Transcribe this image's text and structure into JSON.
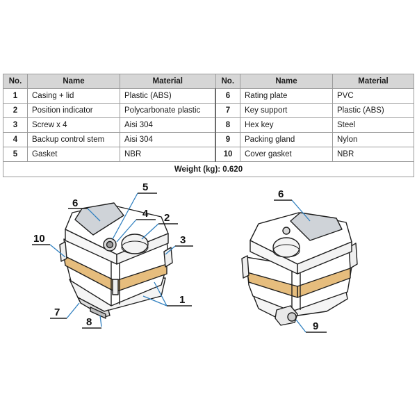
{
  "headers": {
    "no": "No.",
    "name": "Name",
    "material": "Material"
  },
  "rows": [
    {
      "left": {
        "no": "1",
        "name": "Casing + lid",
        "material": "Plastic (ABS)"
      },
      "right": {
        "no": "6",
        "name": "Rating plate",
        "material": "PVC"
      }
    },
    {
      "left": {
        "no": "2",
        "name": "Position indicator",
        "material": "Polycarbonate plastic"
      },
      "right": {
        "no": "7",
        "name": "Key support",
        "material": "Plastic (ABS)"
      }
    },
    {
      "left": {
        "no": "3",
        "name": "Screw x 4",
        "material": "Aisi 304"
      },
      "right": {
        "no": "8",
        "name": "Hex key",
        "material": "Steel"
      }
    },
    {
      "left": {
        "no": "4",
        "name": "Backup control stem",
        "material": "Aisi 304"
      },
      "right": {
        "no": "9",
        "name": "Packing gland",
        "material": "Nylon"
      }
    },
    {
      "left": {
        "no": "5",
        "name": "Gasket",
        "material": "NBR"
      },
      "right": {
        "no": "10",
        "name": "Cover gasket",
        "material": "NBR"
      }
    }
  ],
  "weight": "Weight (kg): 0.620",
  "callouts": {
    "c1": "1",
    "c2": "2",
    "c3": "3",
    "c4": "4",
    "c5": "5",
    "c6a": "6",
    "c7": "7",
    "c8": "8",
    "c10": "10",
    "c6b": "6",
    "c9": "9"
  },
  "colors": {
    "gasket": "#e6bd7d",
    "plate": "#cfd3d8",
    "line": "#2f7fbf"
  }
}
